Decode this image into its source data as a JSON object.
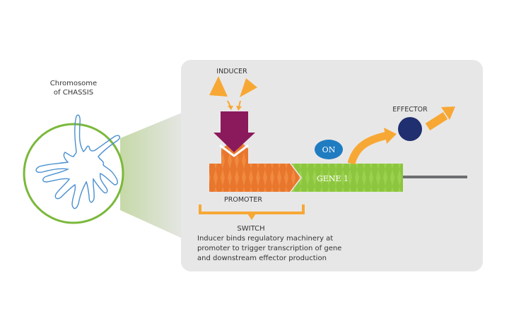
{
  "chassis": {
    "label_line1": "Chromosome",
    "label_line2": "of CHASSIS"
  },
  "diagram": {
    "inducer_label": "INDUCER",
    "effector_label": "EFFECTOR",
    "on_badge": "ON",
    "gene_label": "GENE 1",
    "promoter_label": "PROMOTER",
    "switch_title": "SWITCH",
    "switch_desc_line1": "Inducer binds regulatory machinery at",
    "switch_desc_line2": "promoter to trigger transcription of gene",
    "switch_desc_line3": "and downstream effector production"
  },
  "colors": {
    "panel": "#e8e7e8",
    "circle_stroke": "#7ab83a",
    "chromosome": "#4a90d0",
    "inducer": "#f7a834",
    "receptor_arrow": "#8b1a5c",
    "promoter": "#e8762c",
    "gene": "#8cc63f",
    "on_badge": "#1f7cc1",
    "effector": "#1f2f6f",
    "dna_line": "#6d6e71",
    "bracket": "#f7a834"
  }
}
